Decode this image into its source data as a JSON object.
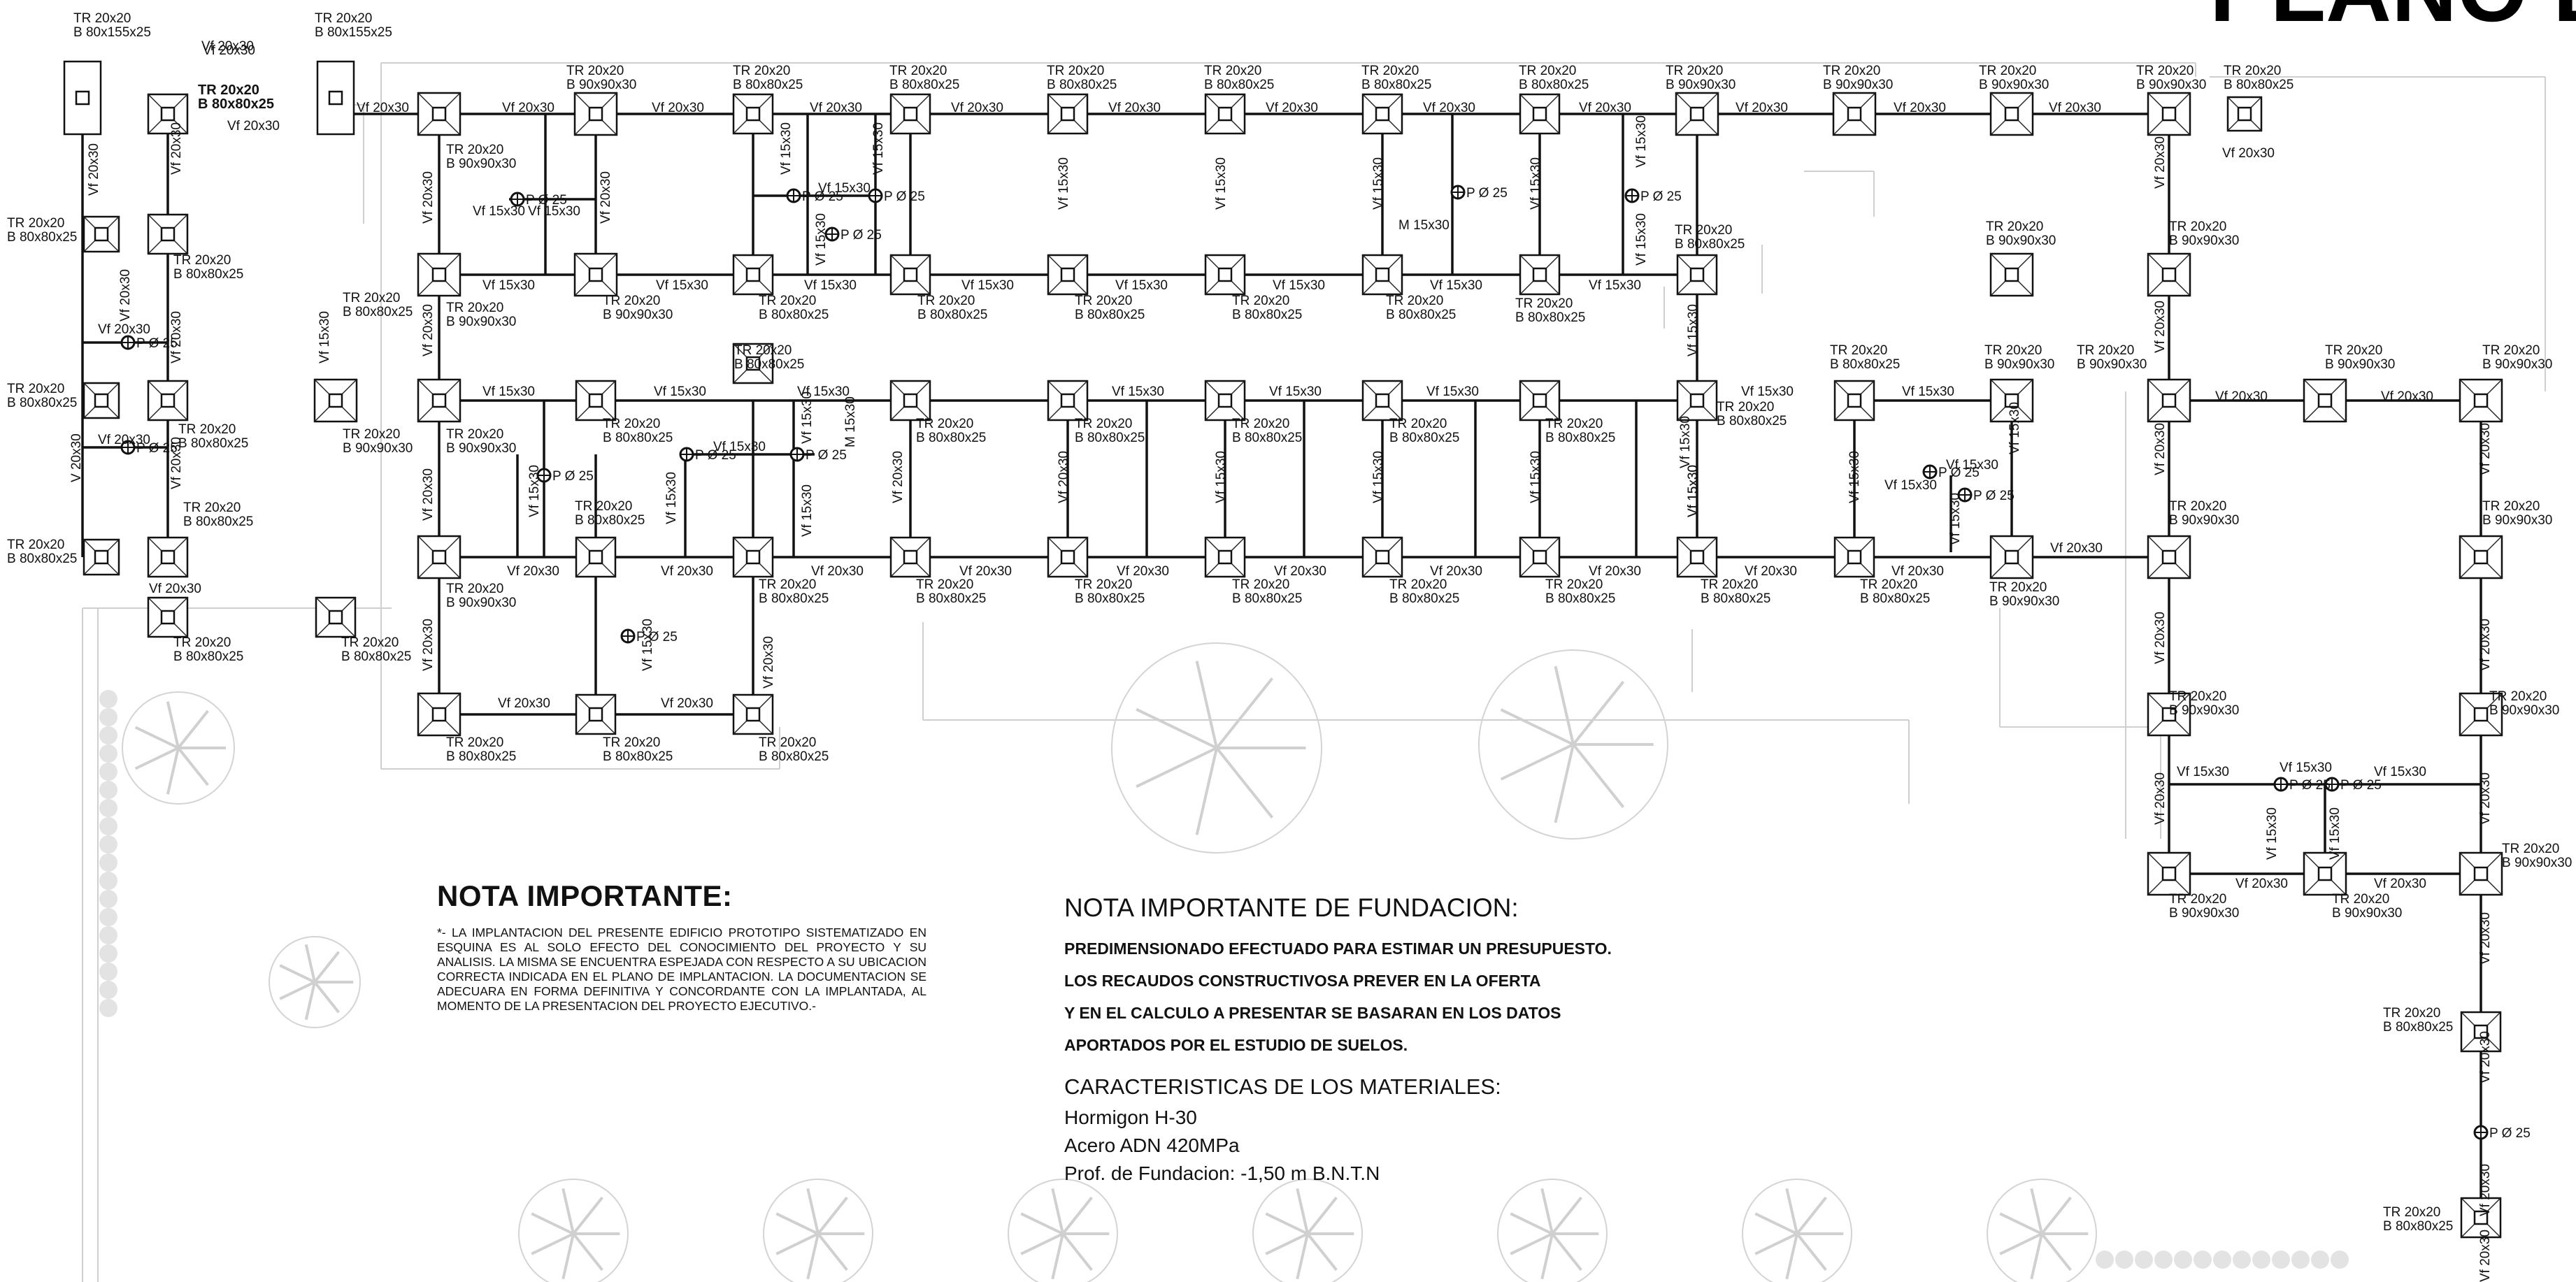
{
  "title": "PLANO DE",
  "labels": {
    "tr": "TR 20x20",
    "b80_155": "B 80x155x25",
    "b80": "B 80x80x25",
    "b90": "B 90x90x30",
    "vf20": "Vf 20x30",
    "vf15": "Vf 15x30",
    "v20": "V 20x30",
    "m15": "M 15x30",
    "pile": "P Ø 25"
  },
  "nota_importante": {
    "heading": "NOTA IMPORTANTE:",
    "body": "*- La implantacion del presente edificio prototipo sistematizado en esquina es al solo efecto del conocimiento del proyecto y su analisis. La misma se encuentra espejada con respecto a su ubicacion correcta indicada en el plano de implantacion. La documentacion se adecuara en forma definitiva y concordante con la implantada, al momento de la presentacion del proyecto ejecutivo.-"
  },
  "nota_fundacion": {
    "heading": "NOTA IMPORTANTE DE FUNDACION:",
    "line1": "PREDIMENSIONADO EFECTUADO PARA ESTIMAR UN PRESUPUESTO.",
    "line2": "LOS RECAUDOS CONSTRUCTIVOSA PREVER EN LA OFERTA",
    "line3": "Y EN EL CALCULO A PRESENTAR SE BASARAN EN LOS DATOS",
    "line4": "APORTADOS  POR EL ESTUDIO DE SUELOS.",
    "materials_heading": "CARACTERISTICAS DE LOS MATERIALES:",
    "mat1": "Hormigon H-30",
    "mat2": "Acero ADN 420MPa",
    "mat3": "Prof. de Fundacion: -1,50 m B.N.T.N"
  }
}
